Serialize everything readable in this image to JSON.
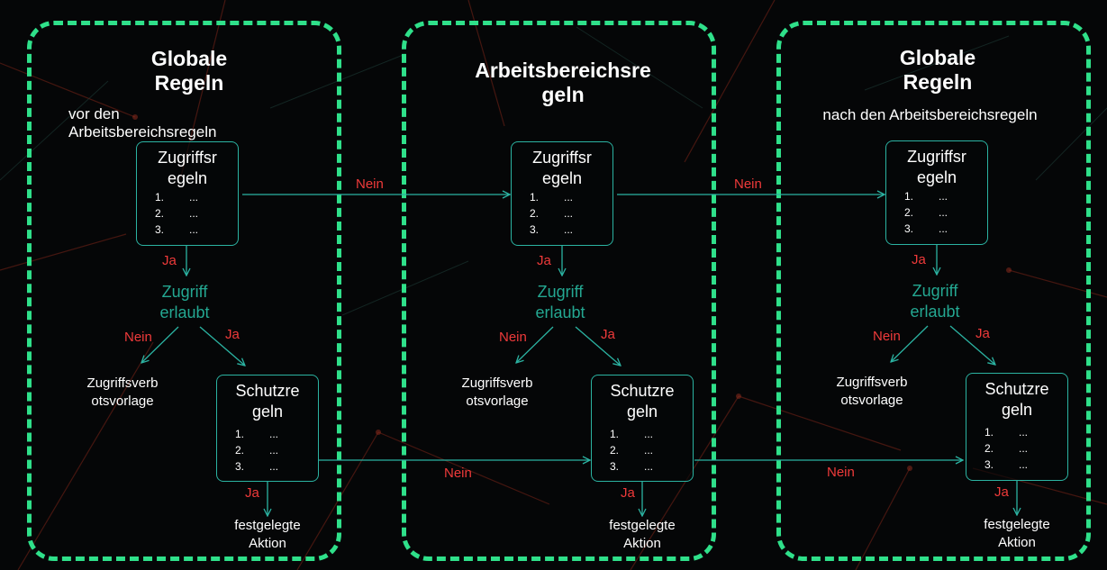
{
  "panels": [
    {
      "title_line1": "Globale",
      "title_line2": "Regeln",
      "subtitle_line1": "vor den",
      "subtitle_line2": "Arbeitsbereichsregeln",
      "access_rules": {
        "title_line1": "Zugriffsr",
        "title_line2": "egeln",
        "items": [
          "1.",
          "2.",
          "3."
        ],
        "placeholder": "..."
      },
      "ja_1": "Ja",
      "access_allowed_line1": "Zugriff",
      "access_allowed_line2": "erlaubt",
      "nein_left": "Nein",
      "ja_right": "Ja",
      "deny_template_line1": "Zugriffsverb",
      "deny_template_line2": "otsvorlage",
      "protection_rules": {
        "title_line1": "Schutzre",
        "title_line2": "geln",
        "items": [
          "1.",
          "2.",
          "3."
        ],
        "placeholder": "..."
      },
      "ja_2": "Ja",
      "action_line1": "festgelegte",
      "action_line2": "Aktion"
    },
    {
      "title_line1": "Arbeitsbereichsre",
      "title_line2": "geln",
      "access_rules": {
        "title_line1": "Zugriffsr",
        "title_line2": "egeln",
        "items": [
          "1.",
          "2.",
          "3."
        ],
        "placeholder": "..."
      },
      "ja_1": "Ja",
      "access_allowed_line1": "Zugriff",
      "access_allowed_line2": "erlaubt",
      "nein_left": "Nein",
      "ja_right": "Ja",
      "deny_template_line1": "Zugriffsverb",
      "deny_template_line2": "otsvorlage",
      "protection_rules": {
        "title_line1": "Schutzre",
        "title_line2": "geln",
        "items": [
          "1.",
          "2.",
          "3."
        ],
        "placeholder": "..."
      },
      "ja_2": "Ja",
      "action_line1": "festgelegte",
      "action_line2": "Aktion"
    },
    {
      "title_line1": "Globale",
      "title_line2": "Regeln",
      "subtitle_line1": "nach den Arbeitsbereichsregeln",
      "access_rules": {
        "title_line1": "Zugriffsr",
        "title_line2": "egeln",
        "items": [
          "1.",
          "2.",
          "3."
        ],
        "placeholder": "..."
      },
      "ja_1": "Ja",
      "access_allowed_line1": "Zugriff",
      "access_allowed_line2": "erlaubt",
      "nein_left": "Nein",
      "ja_right": "Ja",
      "deny_template_line1": "Zugriffsverb",
      "deny_template_line2": "otsvorlage",
      "protection_rules": {
        "title_line1": "Schutzre",
        "title_line2": "geln",
        "items": [
          "1.",
          "2.",
          "3."
        ],
        "placeholder": "..."
      },
      "ja_2": "Ja",
      "action_line1": "festgelegte",
      "action_line2": "Aktion"
    }
  ],
  "connectors": {
    "access_nein_1": "Nein",
    "access_nein_2": "Nein",
    "protection_nein_1": "Nein",
    "protection_nein_2": "Nein"
  },
  "colors": {
    "panel_border": "#2fe08a",
    "arrow": "#2bb3a2",
    "no_yes_label": "#ef3a3a",
    "allowed_label": "#24a892",
    "background": "#050607"
  }
}
